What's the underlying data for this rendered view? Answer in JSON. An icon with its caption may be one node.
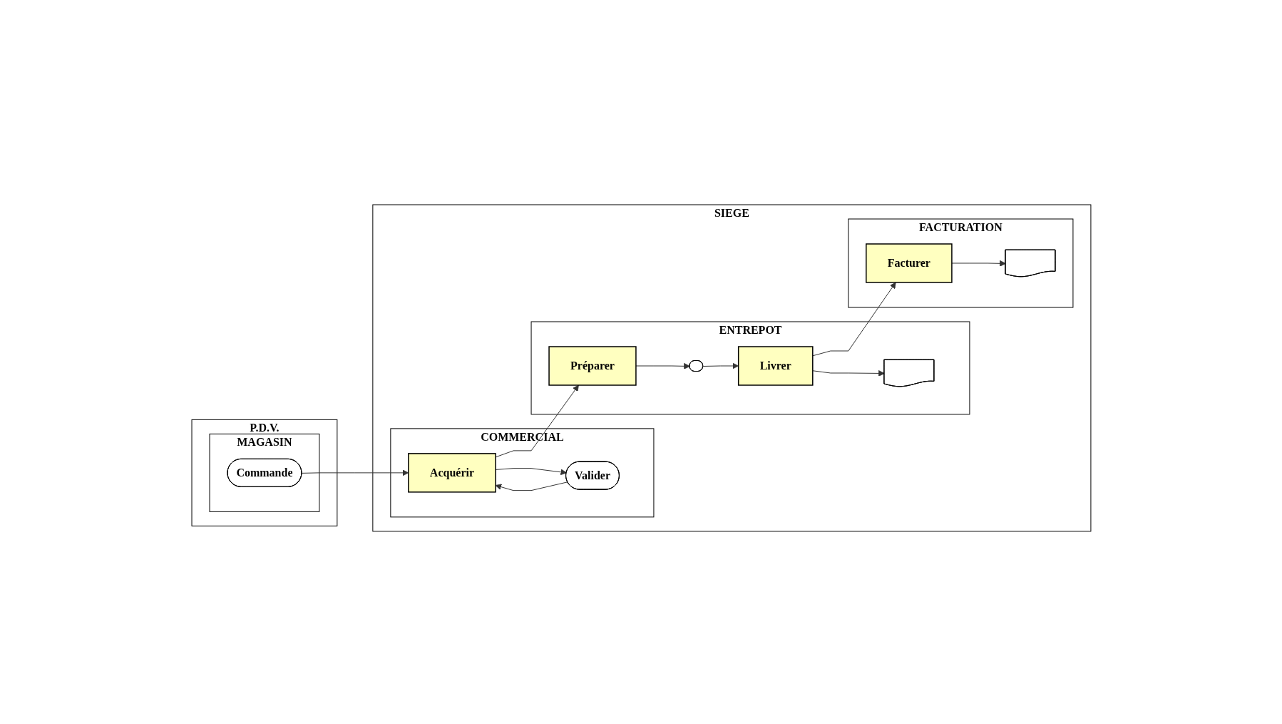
{
  "diagram": {
    "nodes": [
      {
        "text": [
          "P.D.V."
        ]
      },
      {
        "text": [
          "MAGASIN"
        ],
        "in": 0
      },
      {
        "text": [
          "SIEGE"
        ]
      },
      {
        "text": [
          "COMMERCIAL"
        ],
        "in": 2
      },
      {
        "text": [
          "ENTREPOT"
        ],
        "in": 2
      },
      {
        "text": [
          "FACTURATION"
        ],
        "in": 2
      },
      {
        "text": [
          "Commande"
        ],
        "in": 1
      },
      {
        "text": [
          "Acquérir"
        ],
        "in": 3
      },
      {
        "text": [
          "Préparer"
        ],
        "in": 4
      },
      {
        "text": [],
        "shape": "box",
        "in": 4
      },
      {
        "text": [
          "Valider"
        ],
        "in": 3
      },
      {
        "text": [
          "Livrer"
        ],
        "in": 4
      },
      {
        "text": [
          "Facturer"
        ],
        "in": 5
      },
      {
        "text": [],
        "shape": "document",
        "in": 4
      },
      {
        "text": [],
        "shape": "document",
        "in": 5
      }
    ],
    "edges": [
      {
        "from": 6,
        "to": 7,
        "arrow": "to"
      },
      {
        "from": 7,
        "to": 8,
        "arrow": "to"
      },
      {
        "from": 7,
        "to": 10,
        "arrow": "to"
      },
      {
        "from": 10,
        "to": 7,
        "arrow": "to"
      },
      {
        "from": 8,
        "to": 9,
        "arrow": "to"
      },
      {
        "from": 9,
        "to": 11,
        "arrow": "to"
      },
      {
        "from": 11,
        "to": 12,
        "arrow": "to"
      },
      {
        "from": 11,
        "to": 13,
        "arrow": "to"
      },
      {
        "from": 12,
        "to": 14,
        "arrow": "to"
      }
    ]
  }
}
